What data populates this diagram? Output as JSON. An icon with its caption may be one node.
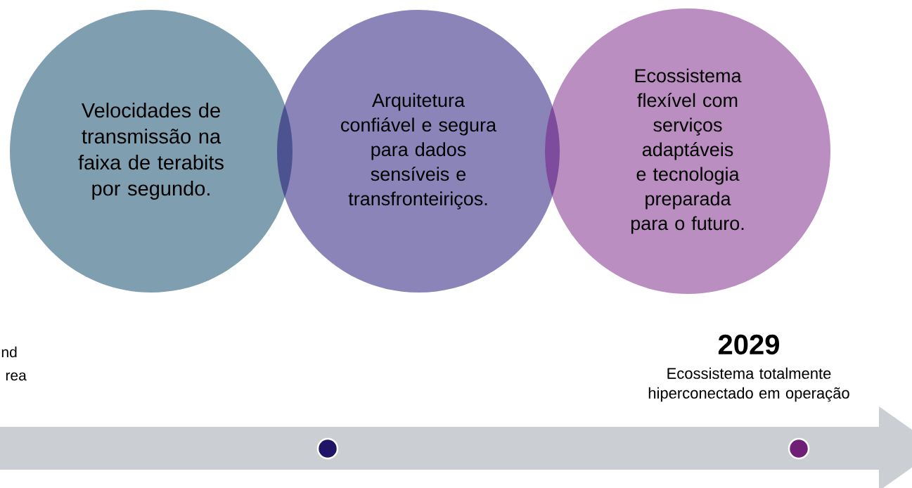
{
  "diagram": {
    "nodes": [
      {
        "text": [
          "Velocidades de transmissão na faixa de terabits por segundo."
        ]
      },
      {
        "text": [
          "Arquitetura confiável e segura para dados sensíveis e transfronteiriços."
        ]
      },
      {
        "text": [
          "Ecossistema flexível com serviços adaptáveis e tecnologia preparada para o futuro."
        ]
      }
    ],
    "labels": [
      "nd",
      "rea",
      "2029",
      "Ecossistema totalmente hiperconectado em operação"
    ]
  }
}
